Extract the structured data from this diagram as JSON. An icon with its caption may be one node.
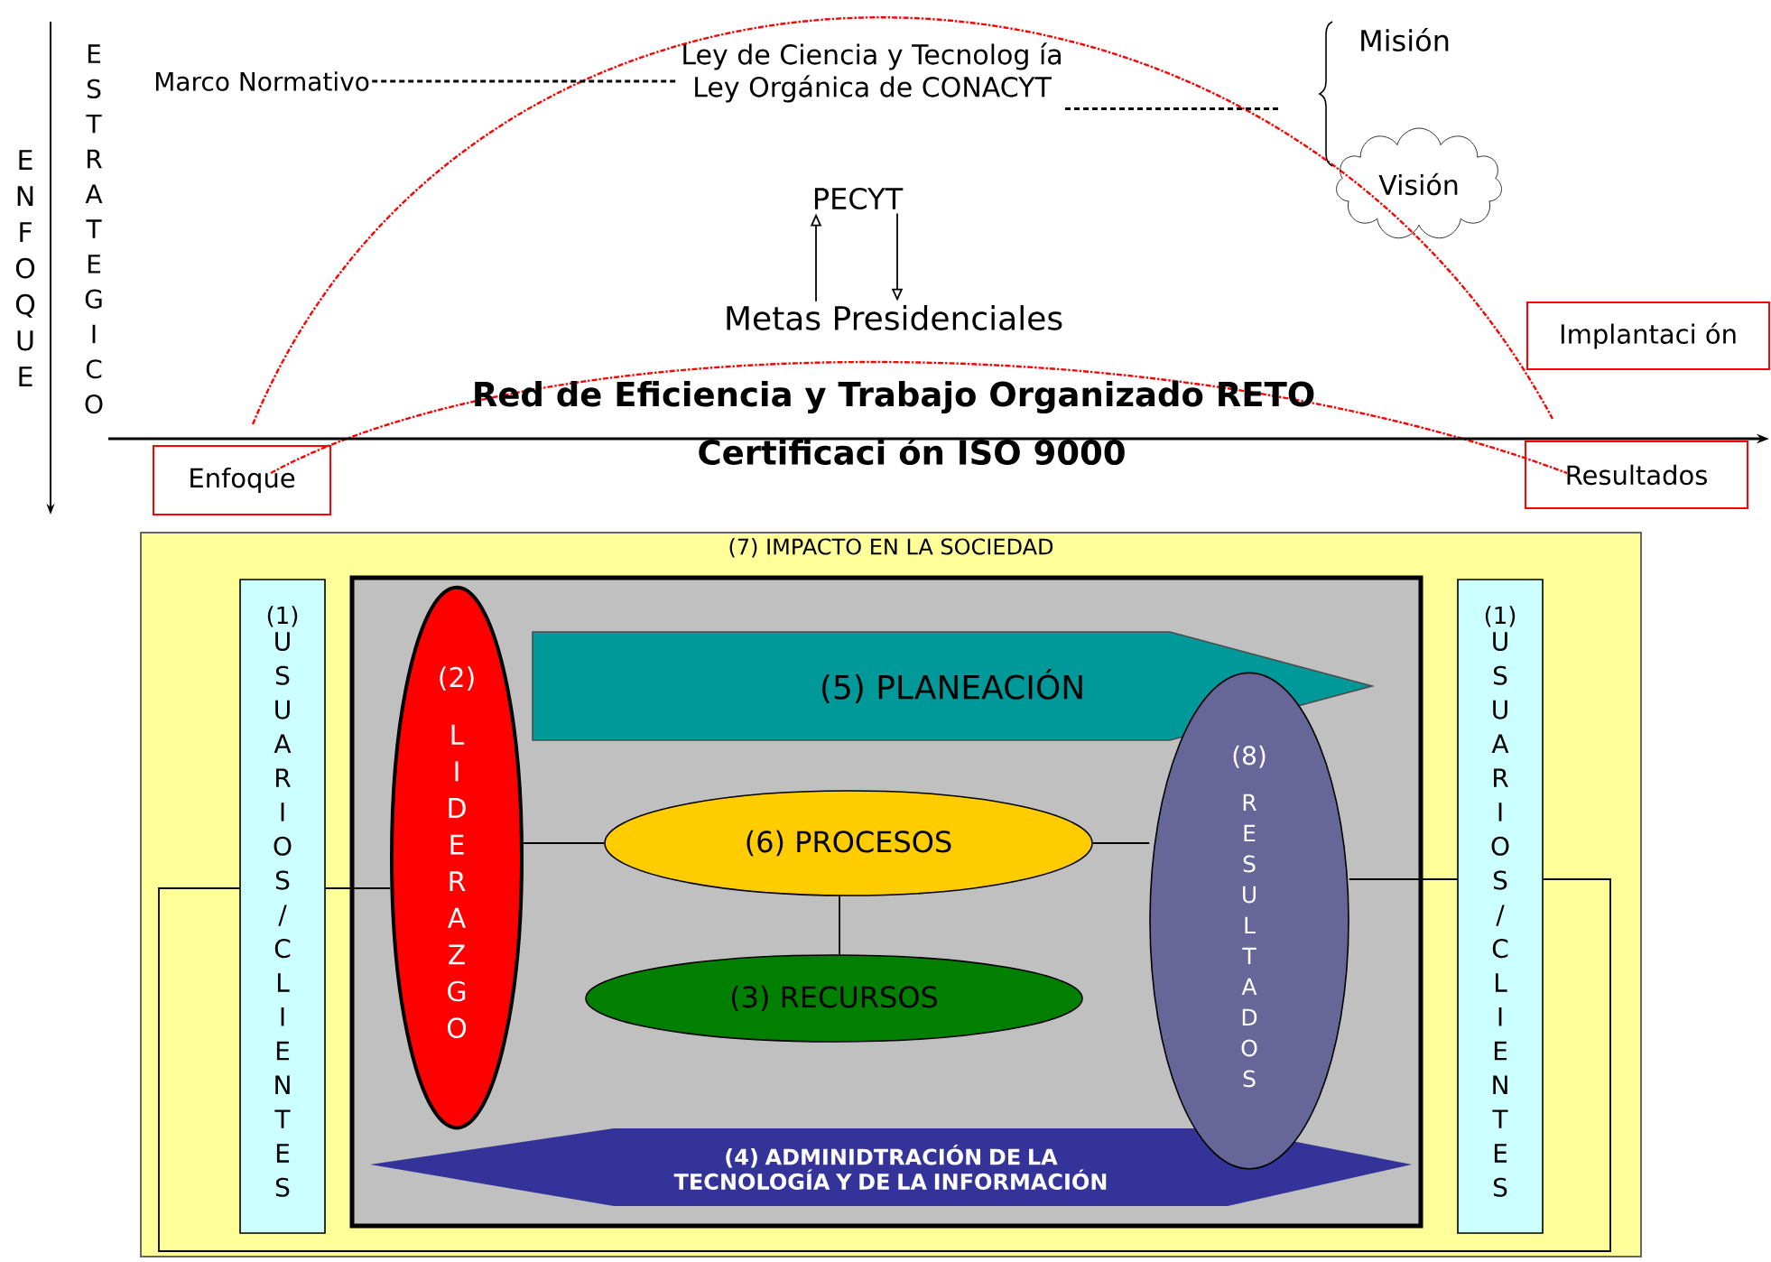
{
  "diagram": {
    "nodes": [
      {
        "text": [
          "Marco Normativo"
        ]
      },
      {
        "text": [
          "Ley de Ciencia y Tecnolog ía",
          "Ley Orgánica de CONACYT"
        ]
      },
      {
        "text": [
          "Visión"
        ]
      },
      {
        "text": [
          "PECYT"
        ]
      },
      {
        "text": [
          "Metas Presidenciales"
        ]
      },
      {
        "text": [
          "Enfoque"
        ]
      },
      {
        "text": [
          "Implantaci ón"
        ]
      },
      {
        "text": [
          "Resultados"
        ]
      },
      {
        "text": [
          "(7) IMPACTO EN LA SOCIEDAD"
        ]
      },
      {
        "text": [
          "(1)",
          "USUARIOS/CLIENTES"
        ],
        "in": 8
      },
      {
        "text": [],
        "shape": "box",
        "in": 8
      },
      {
        "text": [
          "(2)",
          "LIDERAZGO"
        ],
        "in": 10
      },
      {
        "text": [
          "(5) PLANEACIÓN"
        ],
        "in": 10
      },
      {
        "text": [
          "(6) PROCESOS"
        ],
        "in": 10
      },
      {
        "text": [
          "(3) RECURSOS"
        ],
        "in": 10
      },
      {
        "text": [
          "(4) ADMINIDTRACIÓN DE LA TECNOLOGÍA Y DE LA INFORMACIÓN"
        ],
        "in": 10
      },
      {
        "text": [
          "(8)",
          "RESULTADOS"
        ],
        "in": 10
      },
      {
        "text": [
          "(1)",
          "USUARIOS/CLIENTES"
        ],
        "in": 8
      }
    ],
    "edges": [
      {
        "from": 0,
        "to": 1,
        "arrow": "none",
        "style": "dashed"
      },
      {
        "from": 1,
        "to": null,
        "arrow": "none",
        "style": "dashed"
      },
      {
        "from": 4,
        "to": 3,
        "arrow": "to"
      },
      {
        "from": 3,
        "to": 4,
        "arrow": "to"
      },
      {
        "from": 9,
        "to": 11,
        "arrow": "none"
      },
      {
        "from": 11,
        "to": 13,
        "arrow": "none"
      },
      {
        "from": 13,
        "to": 14,
        "arrow": "none"
      },
      {
        "from": 13,
        "to": 16,
        "arrow": "none"
      },
      {
        "from": 16,
        "to": 17,
        "arrow": "none"
      },
      {
        "from": 9,
        "to": 17,
        "arrow": "none"
      }
    ],
    "labels": [
      "ENFOQUE",
      "ESTRATEGICO",
      "Misión",
      "Red de Eficiencia y Trabajo Organizado RETO",
      "Certificaci ón ISO 9000"
    ]
  }
}
